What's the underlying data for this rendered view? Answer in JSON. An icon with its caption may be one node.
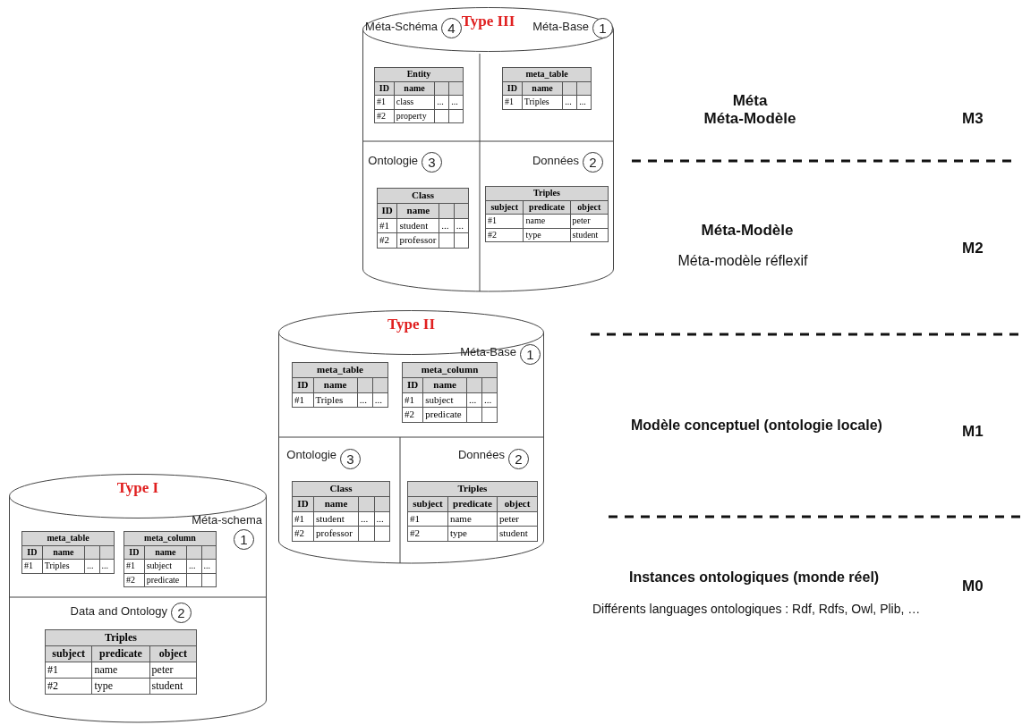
{
  "diagram": {
    "nodes": [
      {
        "text": [
          "Type III"
        ]
      },
      {
        "text": [
          "Méta-Schéma"
        ],
        "in": 0
      },
      {
        "text": [
          "4"
        ],
        "in": 1
      },
      {
        "text": [
          "Entity",
          "ID",
          "name",
          "#1",
          "class",
          "...",
          "...",
          "#2",
          "property"
        ],
        "in": 1
      },
      {
        "text": [
          "Méta-Base"
        ],
        "in": 0
      },
      {
        "text": [
          "1"
        ],
        "in": 4
      },
      {
        "text": [
          "meta_table",
          "ID",
          "name",
          "#1",
          "Triples",
          "...",
          "..."
        ],
        "in": 4
      },
      {
        "text": [
          "Ontologie"
        ],
        "in": 0
      },
      {
        "text": [
          "3"
        ],
        "in": 7
      },
      {
        "text": [
          "Class",
          "ID",
          "name",
          "#1",
          "student",
          "...",
          "...",
          "#2",
          "professor"
        ],
        "in": 7
      },
      {
        "text": [
          "Données"
        ],
        "in": 0
      },
      {
        "text": [
          "2"
        ],
        "in": 10
      },
      {
        "text": [
          "Triples",
          "subject",
          "predicate",
          "object",
          "#1",
          "name",
          "peter",
          "#2",
          "type",
          "student"
        ],
        "in": 10
      },
      {
        "text": [
          "Type II"
        ]
      },
      {
        "text": [
          "Méta-Base"
        ],
        "in": 13
      },
      {
        "text": [
          "1"
        ],
        "in": 14
      },
      {
        "text": [
          "meta_table",
          "ID",
          "name",
          "#1",
          "Triples",
          "...",
          "..."
        ],
        "in": 14
      },
      {
        "text": [
          "meta_column",
          "ID",
          "name",
          "#1",
          "subject",
          "...",
          "...",
          "#2",
          "predicate"
        ],
        "in": 14
      },
      {
        "text": [
          "Ontologie"
        ],
        "in": 13
      },
      {
        "text": [
          "3"
        ],
        "in": 18
      },
      {
        "text": [
          "Class",
          "ID",
          "name",
          "#1",
          "student",
          "...",
          "...",
          "#2",
          "professor"
        ],
        "in": 18
      },
      {
        "text": [
          "Données"
        ],
        "in": 13
      },
      {
        "text": [
          "2"
        ],
        "in": 21
      },
      {
        "text": [
          "Triples",
          "subject",
          "predicate",
          "object",
          "#1",
          "name",
          "peter",
          "#2",
          "type",
          "student"
        ],
        "in": 21
      },
      {
        "text": [
          "Type I"
        ]
      },
      {
        "text": [
          "Méta-schema"
        ],
        "in": 24
      },
      {
        "text": [
          "1"
        ],
        "in": 25
      },
      {
        "text": [
          "meta_table",
          "ID",
          "name",
          "#1",
          "Triples",
          "...",
          "..."
        ],
        "in": 25
      },
      {
        "text": [
          "meta_column",
          "ID",
          "name",
          "#1",
          "subject",
          "...",
          "...",
          "#2",
          "predicate"
        ],
        "in": 25
      },
      {
        "text": [
          "Data and Ontology"
        ],
        "in": 24
      },
      {
        "text": [
          "2"
        ],
        "in": 29
      },
      {
        "text": [
          "Triples",
          "subject",
          "predicate",
          "object",
          "#1",
          "name",
          "peter",
          "#2",
          "type",
          "student"
        ],
        "in": 29
      }
    ],
    "labels": [
      "Méta Méta-Modèle",
      "M3",
      "Méta-Modèle",
      "Méta-modèle réflexif",
      "M2",
      "Modèle conceptuel (ontologie locale)",
      "M1",
      "Instances ontologiques (monde réel)",
      "M0",
      "Différents languages ontologiques : Rdf, Rdfs, Owl, Plib, …"
    ]
  }
}
